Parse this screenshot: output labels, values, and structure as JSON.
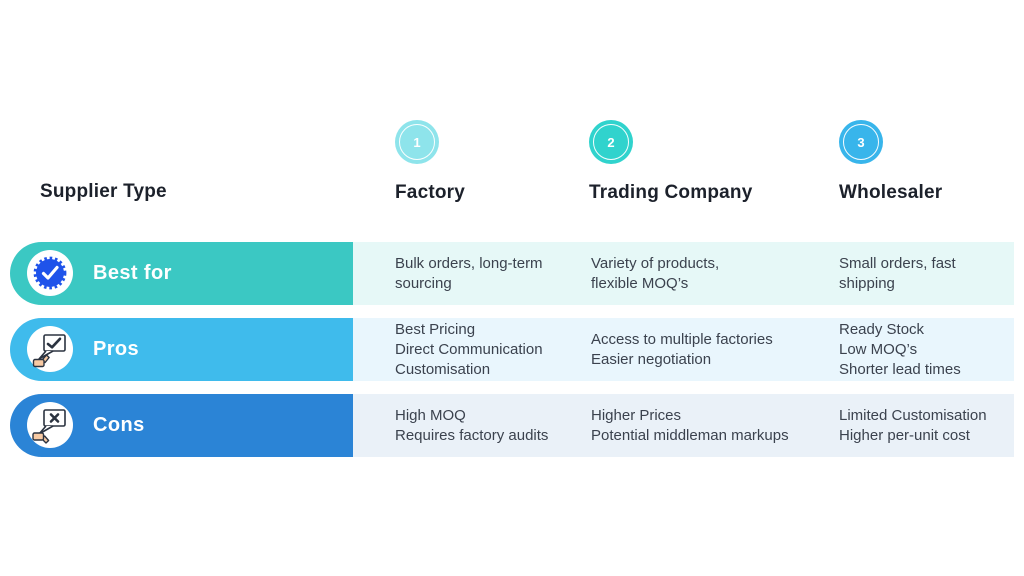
{
  "table": {
    "corner_label": "Supplier Type",
    "columns": [
      {
        "number": "1",
        "label": "Factory",
        "circle_color": "#8ee4eb"
      },
      {
        "number": "2",
        "label": "Trading Company",
        "circle_color": "#30d3cd"
      },
      {
        "number": "3",
        "label": "Wholesaler",
        "circle_color": "#38b5eb"
      }
    ],
    "rows": [
      {
        "label": "Best for",
        "icon": "verified-badge-icon",
        "pill_color": "#3bc8c3",
        "band_color": "#e6f8f7",
        "cells": [
          "Bulk orders, long-term\nsourcing",
          "Variety of products,\nflexible MOQ’s",
          "Small orders, fast\nshipping"
        ]
      },
      {
        "label": "Pros",
        "icon": "thumbs-up-message-icon",
        "pill_color": "#3fbbec",
        "band_color": "#e9f6fd",
        "cells": [
          "Best Pricing\nDirect Communication\nCustomisation",
          "Access to multiple factories\nEasier negotiation",
          "Ready Stock\nLow MOQ’s\nShorter lead times"
        ]
      },
      {
        "label": "Cons",
        "icon": "thumbs-down-message-icon",
        "pill_color": "#2b84d6",
        "band_color": "#eaf1f8",
        "cells": [
          "High MOQ\nRequires factory audits",
          "Higher Prices\nPotential middleman markups",
          "Limited Customisation\nHigher per-unit cost"
        ]
      }
    ]
  },
  "colors": {
    "badge_blue": "#1f53ea",
    "hand_tan": "#f8caa3",
    "ink": "#2b3340",
    "header_text": "#1c212b",
    "cell_text": "#3b424e"
  },
  "chart_data": {
    "type": "table",
    "title": "Supplier Type",
    "columns": [
      "Factory",
      "Trading Company",
      "Wholesaler"
    ],
    "row_labels": [
      "Best for",
      "Pros",
      "Cons"
    ],
    "rows": [
      [
        "Bulk orders, long-term sourcing",
        "Variety of products, flexible MOQ’s",
        "Small orders, fast shipping"
      ],
      [
        "Best Pricing; Direct Communication; Customisation",
        "Access to multiple factories; Easier negotiation",
        "Ready Stock; Low MOQ’s; Shorter lead times"
      ],
      [
        "High MOQ; Requires factory audits",
        "Higher Prices; Potential middleman markups",
        "Limited Customisation; Higher per-unit cost"
      ]
    ]
  }
}
